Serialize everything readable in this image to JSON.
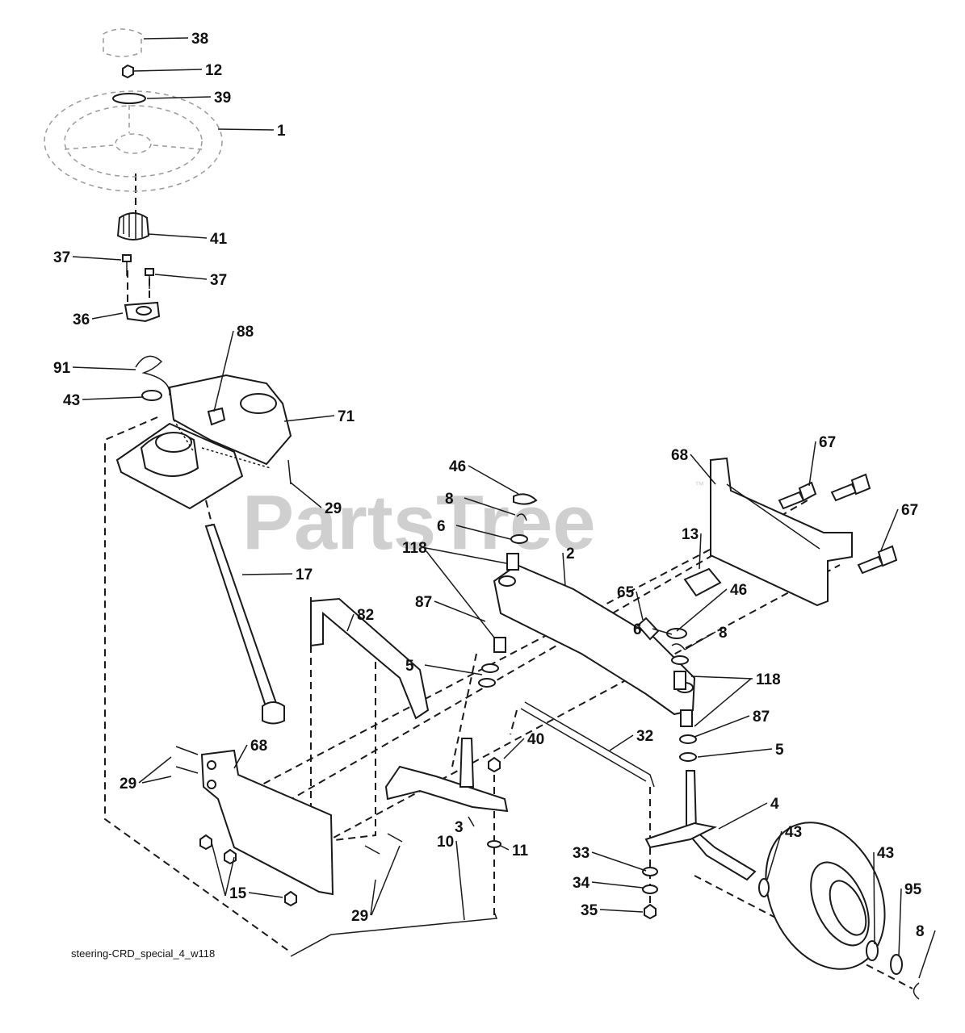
{
  "watermark": {
    "text": "PartsTree",
    "tm": "™"
  },
  "caption": "steering-CRD_special_4_w118",
  "callouts": [
    "38",
    "12",
    "39",
    "1",
    "41",
    "37",
    "37",
    "36",
    "88",
    "91",
    "43",
    "71",
    "29",
    "17",
    "82",
    "46",
    "8",
    "6",
    "118",
    "87",
    "5",
    "2",
    "65",
    "13",
    "68",
    "67",
    "67",
    "46",
    "8",
    "6",
    "118",
    "87",
    "5",
    "40",
    "32",
    "29",
    "68",
    "3",
    "11",
    "4",
    "43",
    "33",
    "34",
    "35",
    "15",
    "29",
    "10",
    "43",
    "95",
    "8"
  ],
  "icons": {
    "steering_wheel": "steering-wheel-icon",
    "gearbox": "steering-gear-icon",
    "wheel": "tire-icon"
  }
}
